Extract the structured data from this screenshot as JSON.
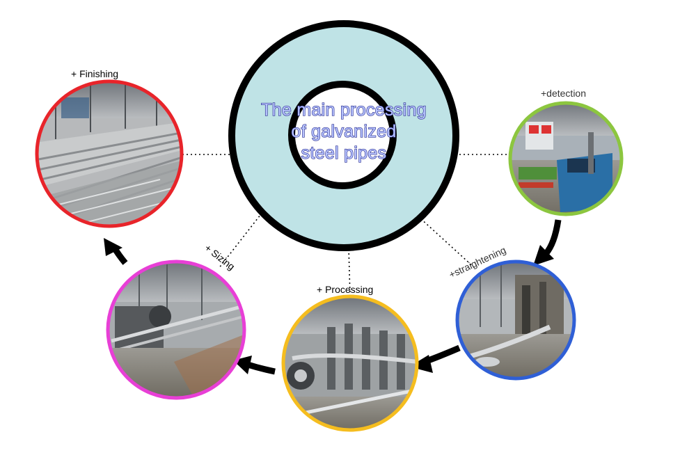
{
  "diagram": {
    "title_lines": [
      "The main processing",
      "of galvanized",
      "steel pipes"
    ],
    "steps": [
      {
        "id": "finishing",
        "label": "+ Finishing",
        "ring_color": "#e8242a",
        "theme": "warehouse"
      },
      {
        "id": "detection",
        "label": "+detection",
        "ring_color": "#8cc63f",
        "theme": "control"
      },
      {
        "id": "straightening",
        "label": "+straightening",
        "ring_color": "#2f5fd6",
        "theme": "machinery"
      },
      {
        "id": "processing",
        "label": "+ Processing",
        "ring_color": "#f5bd1f",
        "theme": "rollers"
      },
      {
        "id": "sizing",
        "label": "+ Sizing",
        "ring_color": "#e83fd6",
        "theme": "line"
      }
    ],
    "colors": {
      "donut_fill": "#bfe3e6",
      "donut_stroke": "#000000",
      "arrow": "#000000"
    }
  }
}
